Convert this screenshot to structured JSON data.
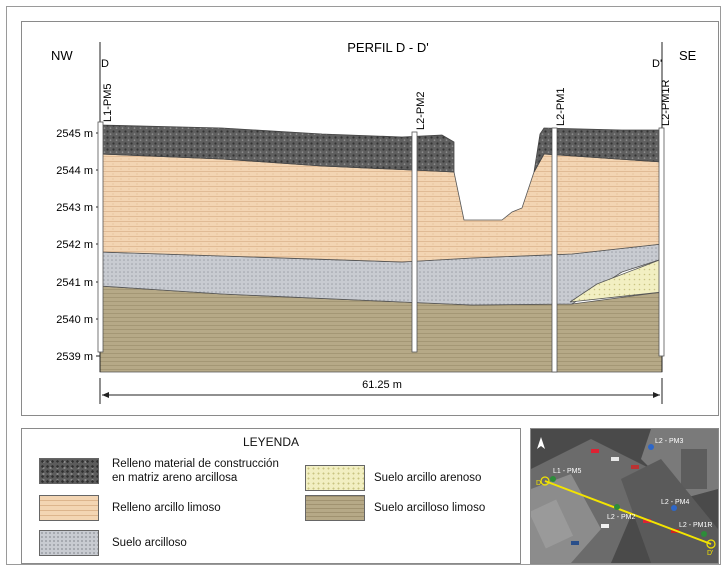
{
  "profile": {
    "title": "PERFIL D - D'",
    "left_direction": "NW",
    "right_direction": "SE",
    "left_section_letter": "D",
    "right_section_letter": "D'",
    "wells": [
      "L1-PM5",
      "L2-PM2",
      "L2-PM1",
      "L2-PM1R"
    ],
    "elevation_ticks": [
      "2545 m",
      "2544 m",
      "2543 m",
      "2542 m",
      "2541 m",
      "2540 m",
      "2539 m"
    ],
    "distance_label": "61.25 m"
  },
  "legend": {
    "title": "LEYENDA",
    "items": [
      {
        "label_line1": "Relleno material de construcción",
        "label_line2": "en matriz areno arcillosa",
        "color": "#5c5c5c"
      },
      {
        "label": "Relleno arcillo limoso",
        "color": "#f3d5b3"
      },
      {
        "label": "Suelo arcilloso",
        "color": "#c8cbd1"
      },
      {
        "label": "Suelo arcillo arenoso",
        "color": "#f2efc2"
      },
      {
        "label": "Suelo arcilloso limoso",
        "color": "#b6a987"
      }
    ]
  },
  "location_map": {
    "labels": [
      "L2 - PM3",
      "L1 - PM5",
      "L2 - PM2",
      "L2 - PM4",
      "L2 - PM1R",
      "D",
      "D'"
    ]
  }
}
